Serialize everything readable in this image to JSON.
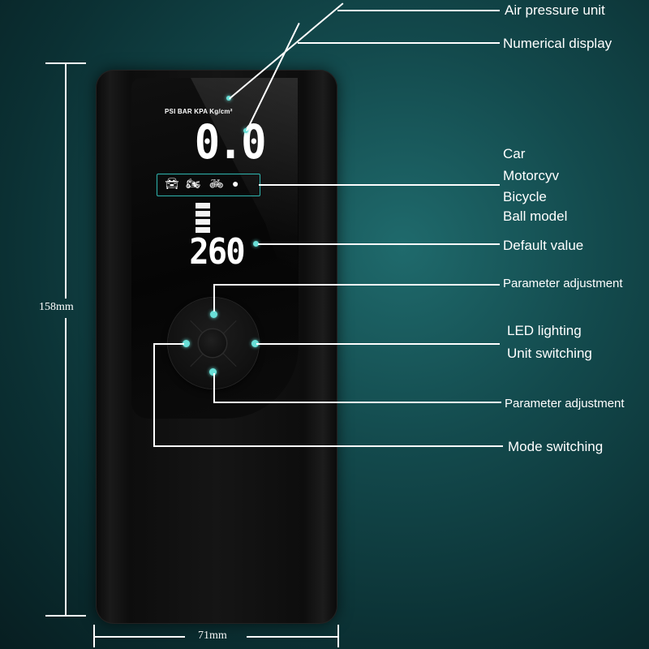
{
  "dimensions": {
    "height": "158mm",
    "width": "71mm"
  },
  "display": {
    "units": "PSI BAR  KPA  Kg/cm²",
    "reading": "0.0",
    "default_value": "260",
    "mode_icons": [
      "car-icon",
      "motorcycle-icon",
      "bicycle-icon",
      "ball-icon"
    ]
  },
  "callouts": {
    "air_pressure_unit": "Air pressure unit",
    "numerical_display": "Numerical display",
    "car": "Car",
    "motorcycle": "Motorcyv",
    "bicycle": "Bicycle",
    "ball_model": "Ball model",
    "default_value": "Default value",
    "parameter_adjustment_up": "Parameter adjustment",
    "led_lighting": "LED lighting",
    "unit_switching": "Unit switching",
    "parameter_adjustment_down": "Parameter adjustment",
    "mode_switching": "Mode switching"
  },
  "colors": {
    "accent": "#69e0d8",
    "frame": "#2fb6b0",
    "background": "#134a4d"
  }
}
